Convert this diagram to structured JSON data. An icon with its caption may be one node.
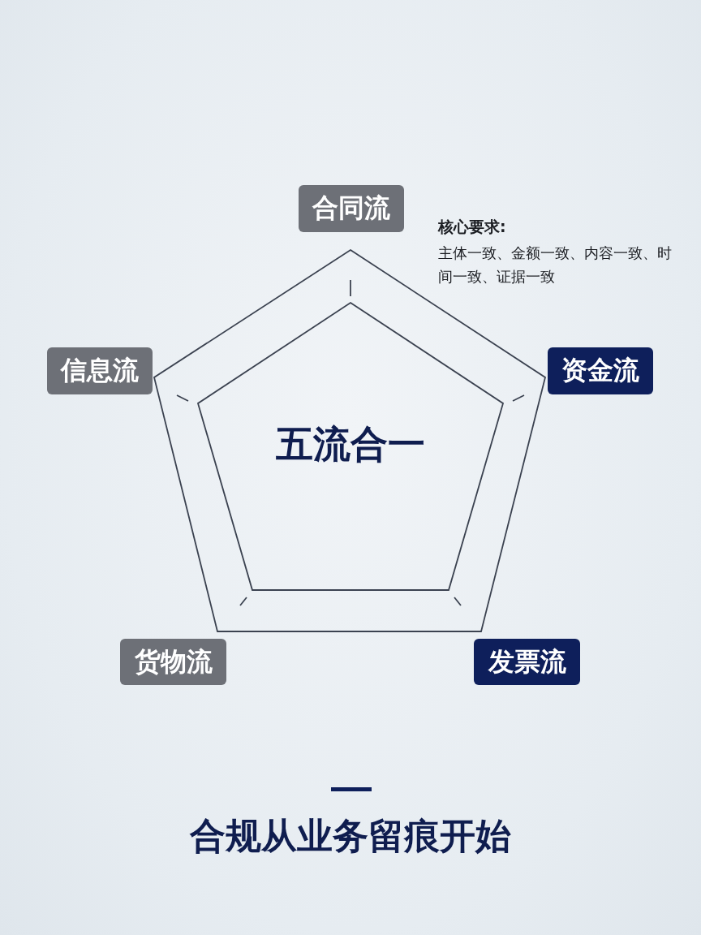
{
  "diagram": {
    "caption": "合规从业务留痕开始",
    "nodes": [
      {
        "text": [
          "合同流"
        ]
      },
      {
        "text": [
          "信息流"
        ]
      },
      {
        "text": [
          "资金流"
        ]
      },
      {
        "text": [],
        "shape": "pentagon"
      },
      {
        "text": [
          "五流合一"
        ],
        "in": 3
      },
      {
        "text": [
          "货物流"
        ]
      },
      {
        "text": [
          "发票流"
        ]
      }
    ],
    "labels": [
      "核心要求:",
      "主体一致、金额一致、内容一致、时间一致、证据一致"
    ]
  }
}
